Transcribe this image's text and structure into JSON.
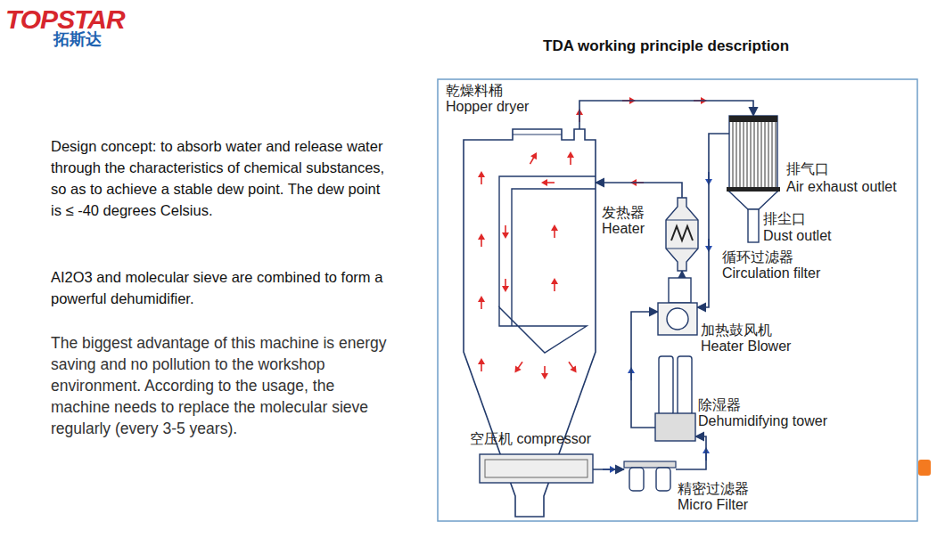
{
  "diagram": {
    "title": "TDA working principle description",
    "nodes": [
      {
        "text": [
          "乾燥料桶",
          "Hopper dryer"
        ]
      },
      {
        "text": [
          "循环过滤器",
          "Circulation filter"
        ]
      },
      {
        "text": [
          "发热器",
          "Heater"
        ]
      },
      {
        "text": [
          "加热鼓风机",
          "Heater Blower"
        ]
      },
      {
        "text": [
          "除湿器",
          "Dehumidifying tower"
        ]
      },
      {
        "text": [
          "空压机 compressor"
        ]
      },
      {
        "text": [
          "精密过滤器",
          "Micro Filter"
        ]
      }
    ],
    "edges": [
      {
        "from": 0,
        "to": 1,
        "arrow": "to"
      },
      {
        "from": 1,
        "to": 3,
        "arrow": "to"
      },
      {
        "from": 5,
        "to": 6,
        "arrow": "to"
      },
      {
        "from": 6,
        "to": 4,
        "arrow": "to"
      },
      {
        "from": 4,
        "to": 3,
        "arrow": "to"
      },
      {
        "from": 3,
        "to": 2,
        "arrow": "to"
      },
      {
        "from": 2,
        "to": 0,
        "arrow": "to"
      }
    ],
    "labels": [
      "TOPSTAR",
      "拓斯达",
      "Design concept: to absorb water and release water through the characteristics of chemical substances, so as to achieve a stable dew point. The dew point is ≤ -40 degrees Celsius.",
      "AI2O3 and molecular sieve are combined to form a powerful dehumidifier.",
      "The biggest advantage of this machine is energy saving and no pollution to the workshop environment. According to the usage, the machine needs to replace the molecular sieve regularly (every 3-5 years).",
      "排气口",
      "Air exhaust outlet",
      "排尘口",
      "Dust outlet"
    ]
  }
}
